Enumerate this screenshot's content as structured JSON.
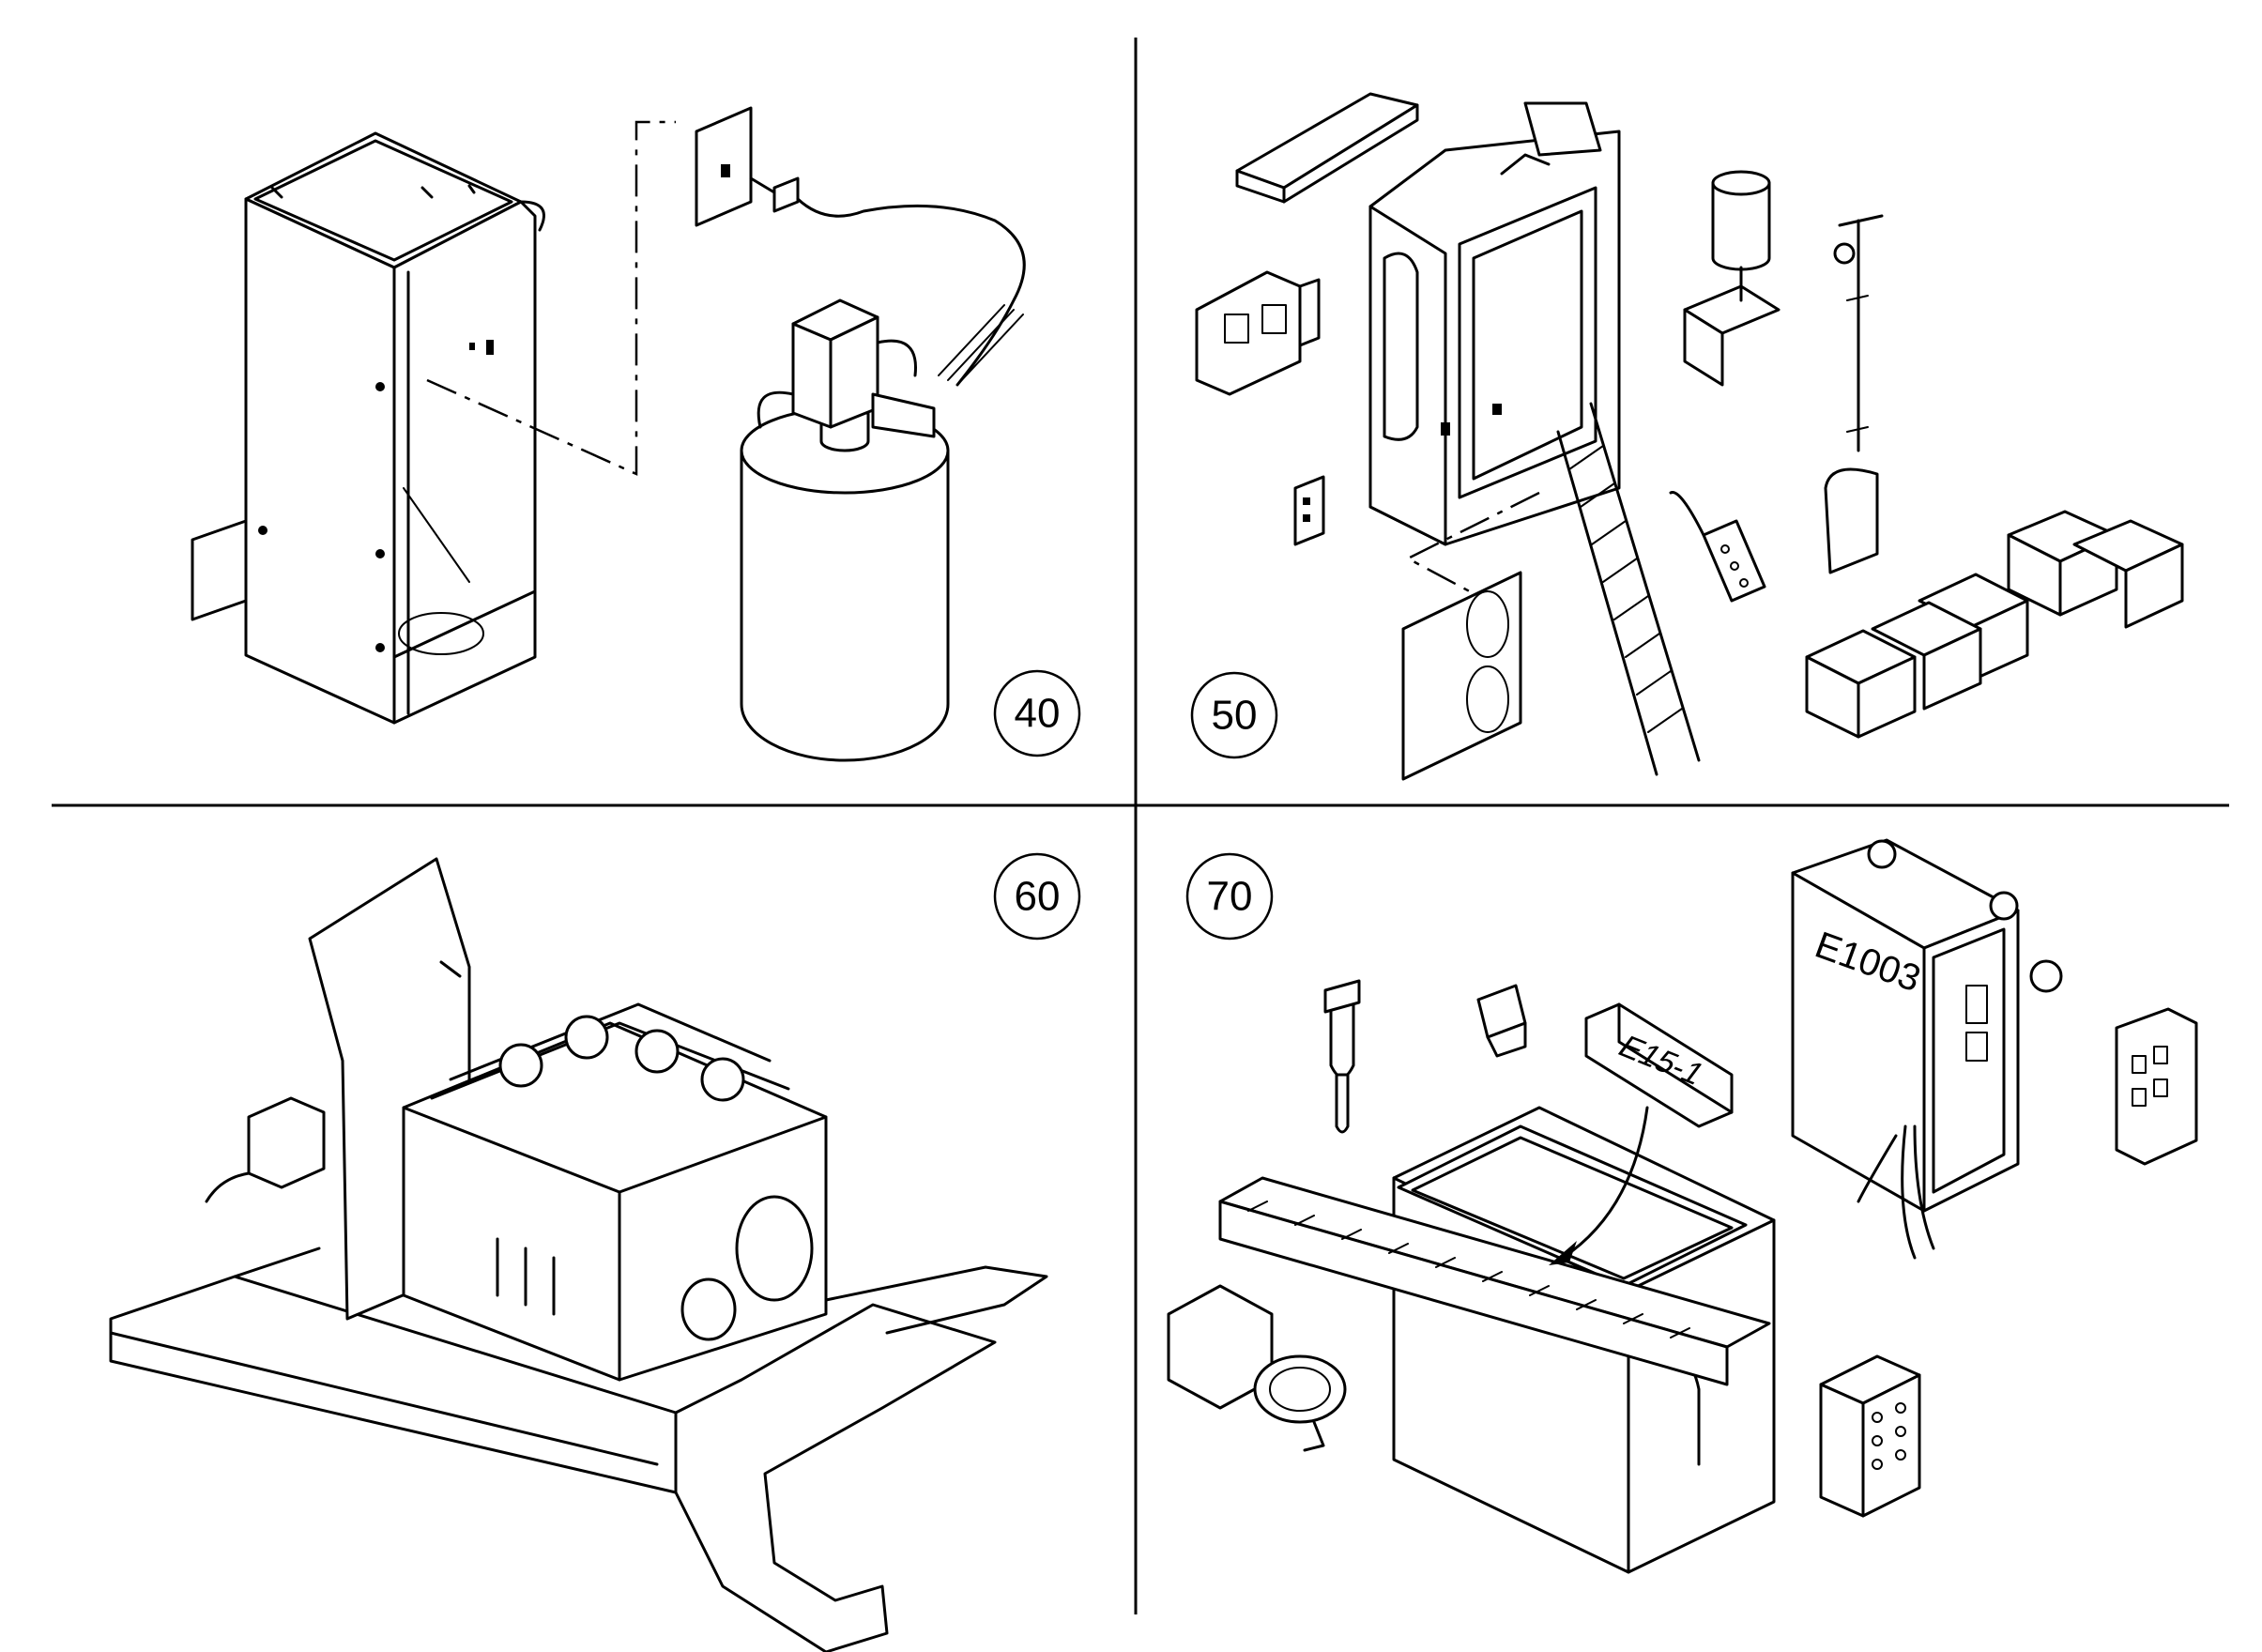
{
  "figure": {
    "panels": [
      {
        "callout": "40"
      },
      {
        "callout": "50"
      },
      {
        "callout": "60"
      },
      {
        "callout": "70"
      }
    ],
    "labels": {
      "nameplate_small": "E15-1",
      "enclosure_tag": "E1003"
    }
  }
}
